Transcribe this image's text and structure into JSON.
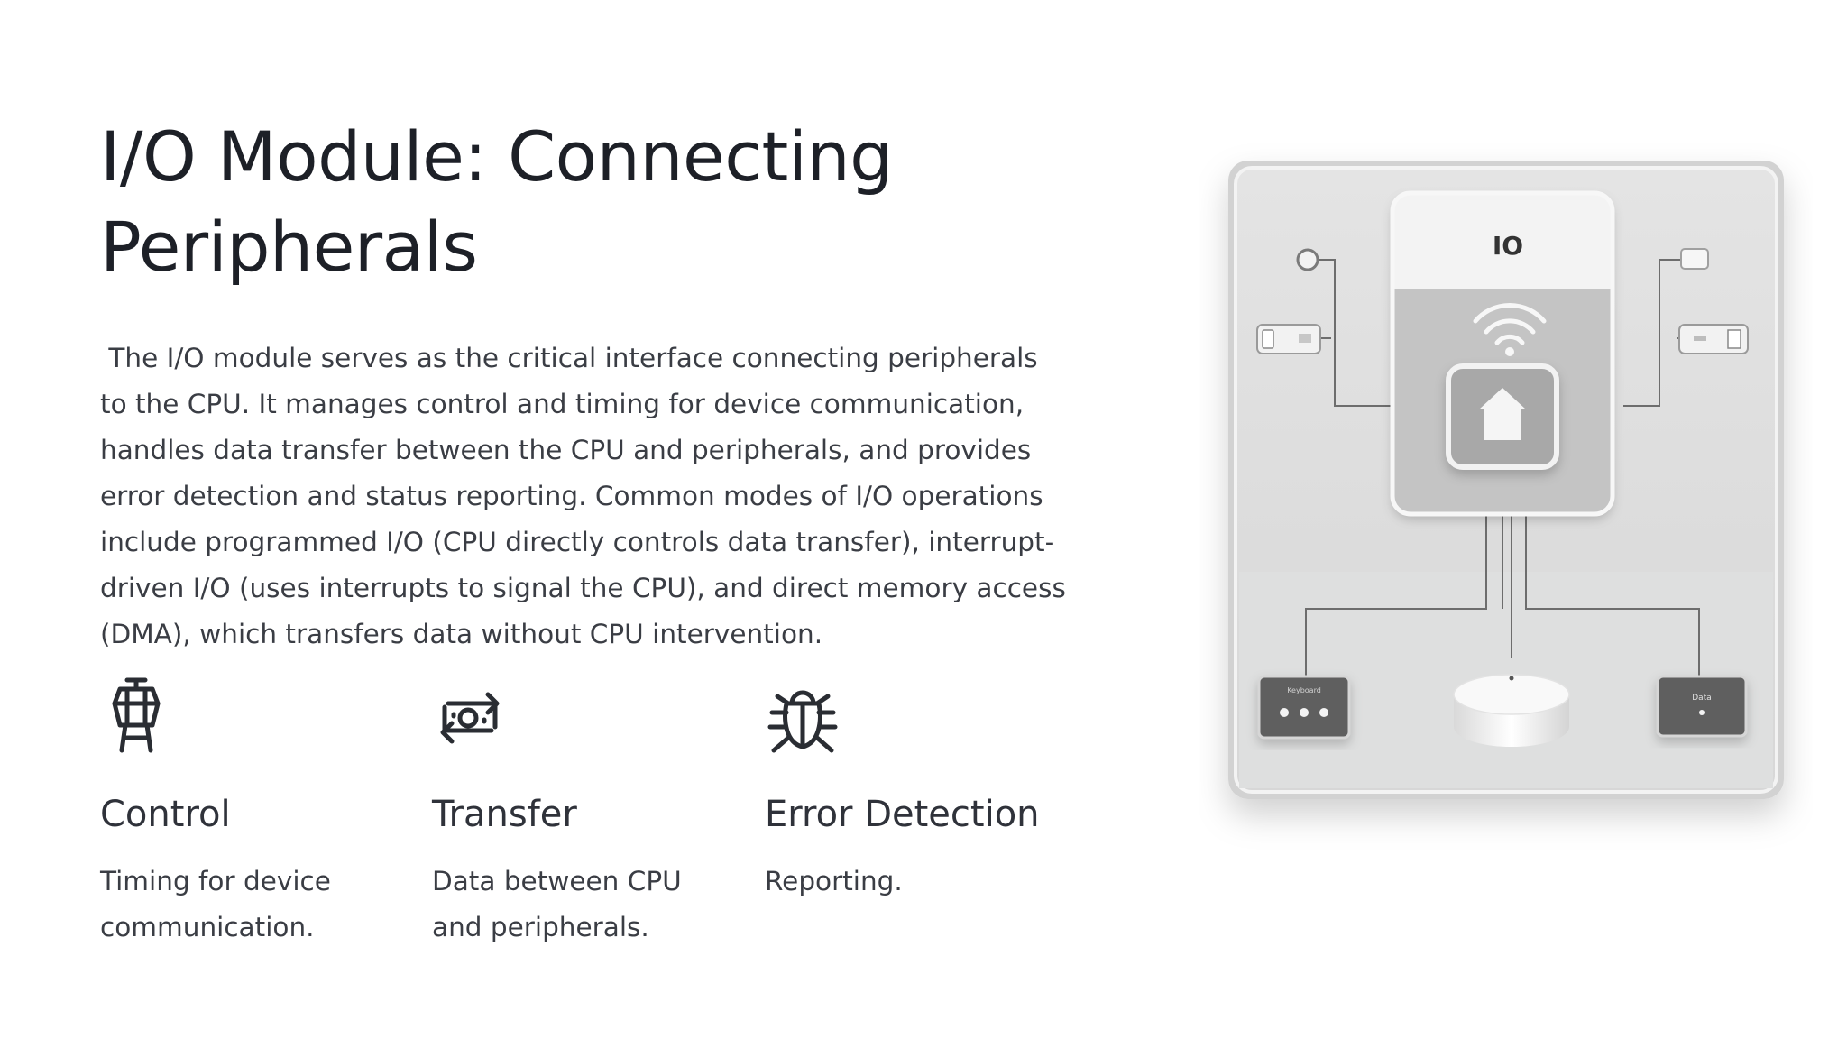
{
  "slide": {
    "title": "I/O Module: Connecting Peripherals",
    "body": " The I/O module serves as the critical interface connecting peripherals to the CPU. It manages control and timing for device communication, handles data transfer between the CPU and peripherals, and provides error detection and status reporting. Common modes of I/O operations include programmed I/O (CPU directly controls data transfer), interrupt-driven I/O (uses interrupts to signal the CPU), and direct memory access (DMA), which transfers data without CPU intervention."
  },
  "features": [
    {
      "icon": "control-tower-icon",
      "title": "Control",
      "description": "Timing for device communication."
    },
    {
      "icon": "money-transfer-icon",
      "title": "Transfer",
      "description": "Data between CPU and peripherals."
    },
    {
      "icon": "bug-icon",
      "title": "Error Detection",
      "description": "Reporting."
    }
  ],
  "illustration": {
    "module_label": "IO",
    "left_device_label": "Keyboard",
    "right_device_label": "Data"
  }
}
